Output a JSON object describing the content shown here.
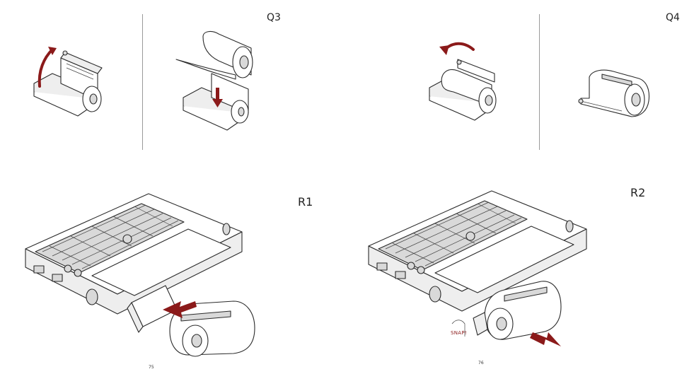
{
  "pages": {
    "left": {
      "page_number": "75",
      "steps": [
        {
          "id": "q2",
          "label": ""
        },
        {
          "id": "q3",
          "label": "Q3"
        },
        {
          "id": "r1",
          "label": "R1"
        }
      ]
    },
    "right": {
      "page_number": "76",
      "steps": [
        {
          "id": "q3b",
          "label": ""
        },
        {
          "id": "q4",
          "label": "Q4"
        },
        {
          "id": "r2",
          "label": "R2"
        }
      ],
      "callout": "SNAP!"
    }
  },
  "colors": {
    "accent": "#8b1a1a",
    "line": "#2b2b2b",
    "divider": "#9a9a9a"
  },
  "icons": [
    "rotate-arrow-icon",
    "down-arrow-icon",
    "insert-arrow-icon"
  ]
}
